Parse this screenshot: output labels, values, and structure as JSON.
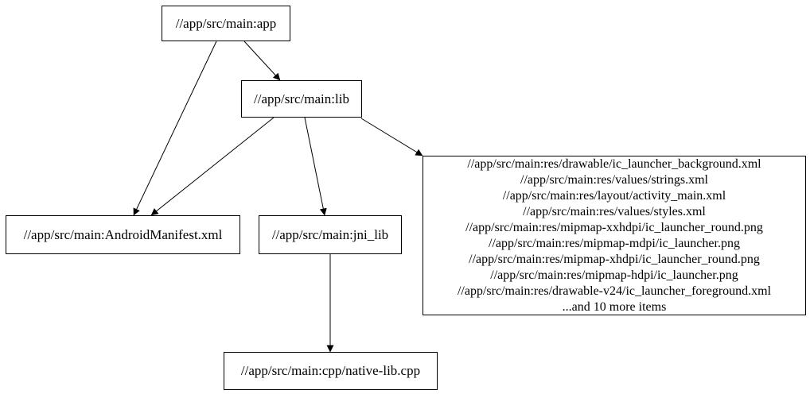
{
  "diagram": {
    "type": "dependency-graph",
    "background": "#ffffff",
    "colors": {
      "node_border": "#000000",
      "node_fill": "#ffffff",
      "edge": "#000000",
      "text": "#000000"
    },
    "nodes": {
      "app": {
        "label": "//app/src/main:app"
      },
      "lib": {
        "label": "//app/src/main:lib"
      },
      "manifest": {
        "label": "//app/src/main:AndroidManifest.xml"
      },
      "jni_lib": {
        "label": "//app/src/main:jni_lib"
      },
      "native_lib": {
        "label": "//app/src/main:cpp/native-lib.cpp"
      },
      "res_group": {
        "lines": [
          "//app/src/main:res/drawable/ic_launcher_background.xml",
          "//app/src/main:res/values/strings.xml",
          "//app/src/main:res/layout/activity_main.xml",
          "//app/src/main:res/values/styles.xml",
          "//app/src/main:res/mipmap-xxhdpi/ic_launcher_round.png",
          "//app/src/main:res/mipmap-mdpi/ic_launcher.png",
          "//app/src/main:res/mipmap-xhdpi/ic_launcher_round.png",
          "//app/src/main:res/mipmap-hdpi/ic_launcher.png",
          "//app/src/main:res/drawable-v24/ic_launcher_foreground.xml",
          "...and 10 more items"
        ]
      }
    },
    "edges": [
      {
        "from": "app",
        "to": "lib"
      },
      {
        "from": "app",
        "to": "manifest"
      },
      {
        "from": "lib",
        "to": "manifest"
      },
      {
        "from": "lib",
        "to": "jni_lib"
      },
      {
        "from": "lib",
        "to": "res_group"
      },
      {
        "from": "jni_lib",
        "to": "native_lib"
      }
    ]
  }
}
